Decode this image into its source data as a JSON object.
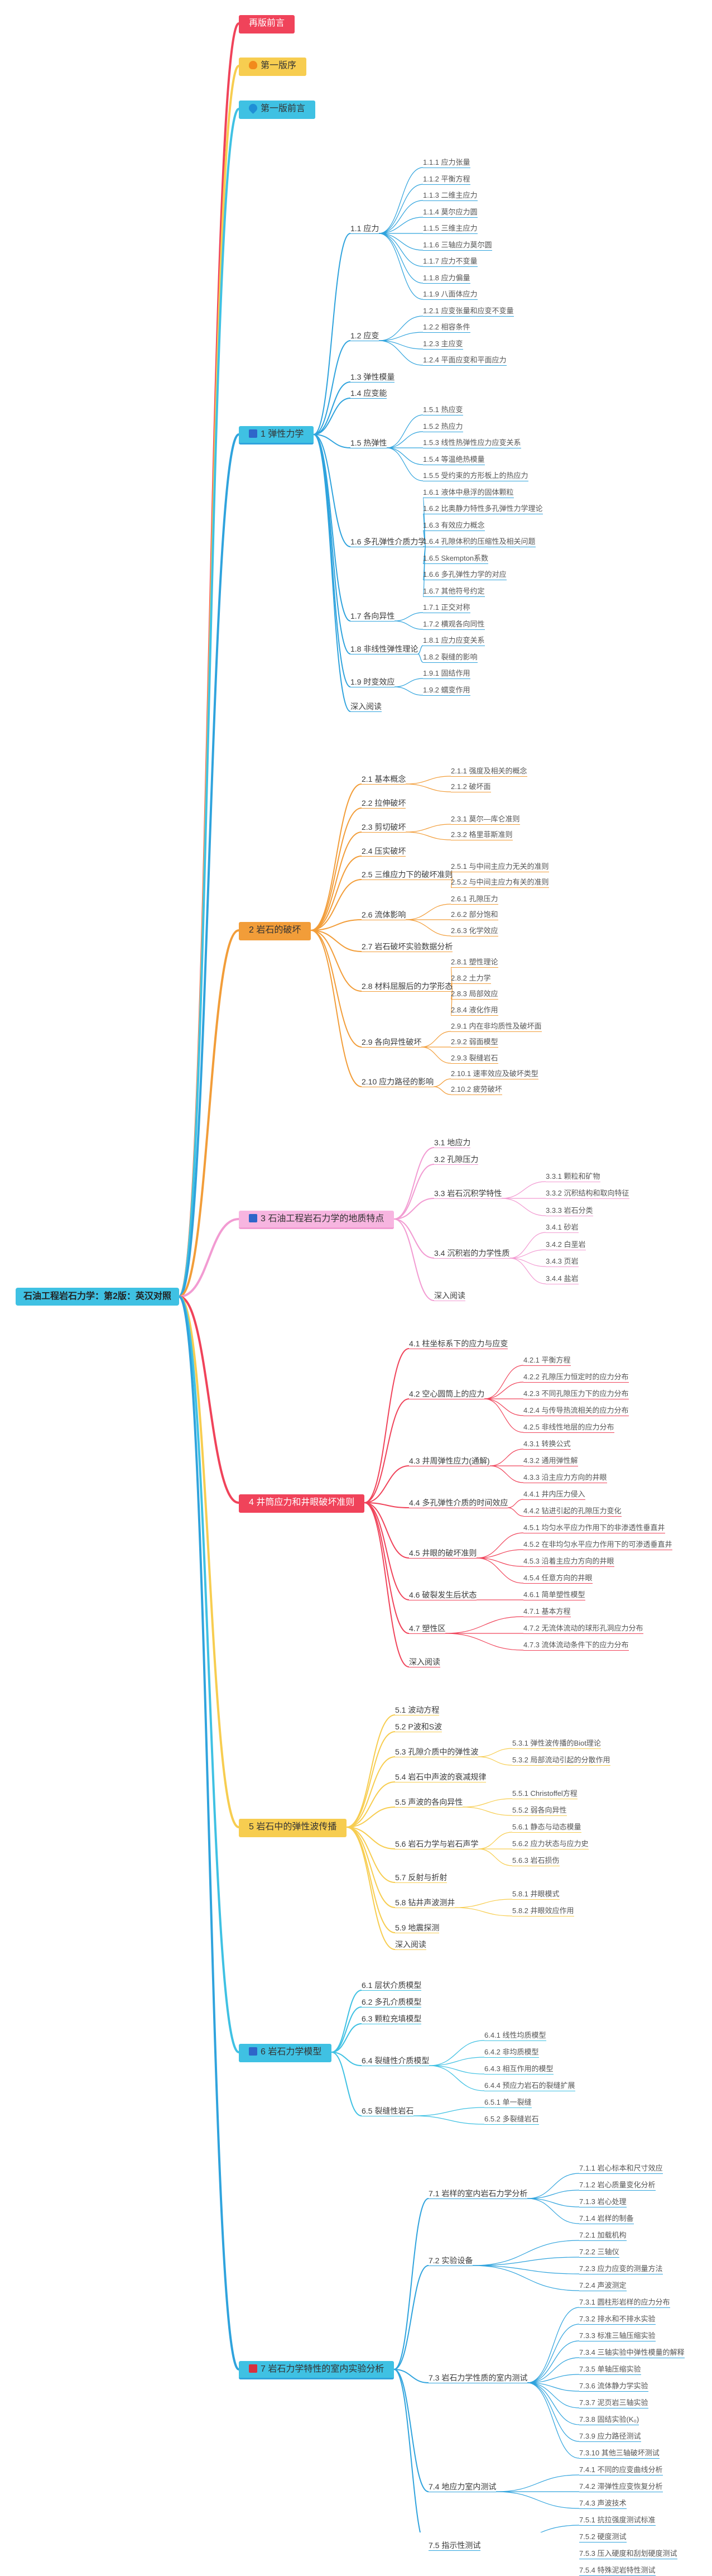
{
  "root": "石油工程岩石力学：第2版：英汉对照",
  "sections": [
    {
      "label": "再版前言",
      "color": "#f0435a",
      "icon": "none",
      "children": []
    },
    {
      "label": "第一版序",
      "color": "#f7cd50",
      "icon": "fire-icon",
      "children": []
    },
    {
      "label": "第一版前言",
      "color": "#3fc1e3",
      "icon": "drop-icon",
      "children": []
    },
    {
      "label": "1 弹性力学",
      "color": "#2fa3dd",
      "icon": "square-blue",
      "children": [
        {
          "label": "1.1 应力",
          "children": [
            {
              "label": "1.1.1 应力张量"
            },
            {
              "label": "1.1.2 平衡方程"
            },
            {
              "label": "1.1.3 二维主应力"
            },
            {
              "label": "1.1.4 莫尔应力圆"
            },
            {
              "label": "1.1.5 三维主应力"
            },
            {
              "label": "1.1.6 三轴应力莫尔圆"
            },
            {
              "label": "1.1.7 应力不变量"
            },
            {
              "label": "1.1.8 应力偏量"
            },
            {
              "label": "1.1.9 八面体应力"
            }
          ]
        },
        {
          "label": "1.2 应变",
          "children": [
            {
              "label": "1.2.1 应变张量和应变不变量"
            },
            {
              "label": "1.2.2 相容条件"
            },
            {
              "label": "1.2.3 主应变"
            },
            {
              "label": "1.2.4 平面应变和平面应力"
            }
          ]
        },
        {
          "label": "1.3 弹性模量",
          "children": []
        },
        {
          "label": "1.4 应变能",
          "children": []
        },
        {
          "label": "1.5 热弹性",
          "children": [
            {
              "label": "1.5.1 热应变"
            },
            {
              "label": "1.5.2 热应力"
            },
            {
              "label": "1.5.3 线性热弹性应力应变关系"
            },
            {
              "label": "1.5.4 等温绝热模量"
            },
            {
              "label": "1.5.5 受约束的方形板上的热应力"
            }
          ]
        },
        {
          "label": "1.6 多孔弹性介质力学",
          "children": [
            {
              "label": "1.6.1 液体中悬浮的固体颗粒"
            },
            {
              "label": "1.6.2 比奥静力特性多孔弹性力学理论"
            },
            {
              "label": "1.6.3 有效应力概念"
            },
            {
              "label": "1.6.4 孔隙体积的压缩性及相关问题"
            },
            {
              "label": "1.6.5 Skempton系数"
            },
            {
              "label": "1.6.6 多孔弹性力学的对应"
            },
            {
              "label": "1.6.7 其他符号约定"
            }
          ]
        },
        {
          "label": "1.7 各向异性",
          "children": [
            {
              "label": "1.7.1 正交对称"
            },
            {
              "label": "1.7.2 横观各向同性"
            }
          ]
        },
        {
          "label": "1.8 非线性弹性理论",
          "children": [
            {
              "label": "1.8.1 应力应变关系"
            },
            {
              "label": "1.8.2 裂缝的影响"
            }
          ]
        },
        {
          "label": "1.9 时变效应",
          "children": [
            {
              "label": "1.9.1 固结作用"
            },
            {
              "label": "1.9.2 蠕变作用"
            }
          ]
        },
        {
          "label": "深入阅读",
          "children": []
        }
      ]
    },
    {
      "label": "2 岩石的破坏",
      "color": "#f29d39",
      "icon": "none",
      "children": [
        {
          "label": "2.1 基本概念",
          "children": [
            {
              "label": "2.1.1 强度及相关的概念"
            },
            {
              "label": "2.1.2 破坏面"
            }
          ]
        },
        {
          "label": "2.2 拉伸破坏",
          "children": []
        },
        {
          "label": "2.3 剪切破坏",
          "children": [
            {
              "label": "2.3.1 莫尔—库仑准则"
            },
            {
              "label": "2.3.2 格里菲斯准则"
            }
          ]
        },
        {
          "label": "2.4 压实破坏",
          "children": []
        },
        {
          "label": "2.5 三维应力下的破坏准则",
          "children": [
            {
              "label": "2.5.1 与中间主应力无关的准则"
            },
            {
              "label": "2.5.2 与中间主应力有关的准则"
            }
          ]
        },
        {
          "label": "2.6 流体影响",
          "children": [
            {
              "label": "2.6.1 孔隙压力"
            },
            {
              "label": "2.6.2 部分饱和"
            },
            {
              "label": "2.6.3 化学效应"
            }
          ]
        },
        {
          "label": "2.7 岩石破坏实验数据分析",
          "children": []
        },
        {
          "label": "2.8 材料屈服后的力学形态",
          "children": [
            {
              "label": "2.8.1 塑性理论"
            },
            {
              "label": "2.8.2 土力学"
            },
            {
              "label": "2.8.3 局部效应"
            },
            {
              "label": "2.8.4 液化作用"
            }
          ]
        },
        {
          "label": "2.9 各向异性破坏",
          "children": [
            {
              "label": "2.9.1 内在非均质性及破坏面"
            },
            {
              "label": "2.9.2 弱面模型"
            },
            {
              "label": "2.9.3 裂缝岩石"
            }
          ]
        },
        {
          "label": "2.10 应力路径的影响",
          "children": [
            {
              "label": "2.10.1 速率效应及破坏类型"
            },
            {
              "label": "2.10.2 疲劳破坏"
            }
          ]
        }
      ]
    },
    {
      "label": "3 石油工程岩石力学的地质特点",
      "color": "#f29bd2",
      "icon": "square-blue",
      "children": [
        {
          "label": "3.1 地应力",
          "children": []
        },
        {
          "label": "3.2 孔隙压力",
          "children": []
        },
        {
          "label": "3.3 岩石沉积学特性",
          "children": [
            {
              "label": "3.3.1 颗粒和矿物"
            },
            {
              "label": "3.3.2 沉积结构和取向特征"
            },
            {
              "label": "3.3.3 岩石分类"
            }
          ]
        },
        {
          "label": "3.4 沉积岩的力学性质",
          "children": [
            {
              "label": "3.4.1 砂岩"
            },
            {
              "label": "3.4.2 白垩岩"
            },
            {
              "label": "3.4.3 页岩"
            },
            {
              "label": "3.4.4 盐岩"
            }
          ]
        },
        {
          "label": "深入阅读",
          "children": []
        }
      ]
    },
    {
      "label": "4 井筒应力和井眼破坏准则",
      "color": "#f0435a",
      "icon": "none",
      "children": [
        {
          "label": "4.1 柱坐标系下的应力与应变",
          "children": []
        },
        {
          "label": "4.2 空心圆筒上的应力",
          "children": [
            {
              "label": "4.2.1 平衡方程"
            },
            {
              "label": "4.2.2 孔隙压力恒定时的应力分布"
            },
            {
              "label": "4.2.3 不同孔隙压力下的应力分布"
            },
            {
              "label": "4.2.4 与传导热流相关的应力分布"
            },
            {
              "label": "4.2.5 非线性地层的应力分布"
            }
          ]
        },
        {
          "label": "4.3 井周弹性应力(通解)",
          "children": [
            {
              "label": "4.3.1 转换公式"
            },
            {
              "label": "4.3.2 通用弹性解"
            },
            {
              "label": "4.3.3 沿主应力方向的井眼"
            }
          ]
        },
        {
          "label": "4.4 多孔弹性介质的时间效应",
          "children": [
            {
              "label": "4.4.1 井内压力侵入"
            },
            {
              "label": "4.4.2 钻进引起的孔隙压力变化"
            }
          ]
        },
        {
          "label": "4.5 井眼的破坏准则",
          "children": [
            {
              "label": "4.5.1 均匀水平应力作用下的非渗透性垂直井"
            },
            {
              "label": "4.5.2 在非均匀水平应力作用下的可渗透垂直井"
            },
            {
              "label": "4.5.3 沿着主应力方向的井眼"
            },
            {
              "label": "4.5.4 任意方向的井眼"
            }
          ]
        },
        {
          "label": "4.6 破裂发生后状态",
          "children": [
            {
              "label": "4.6.1 简单塑性模型"
            }
          ]
        },
        {
          "label": "4.7 塑性区",
          "children": [
            {
              "label": "4.7.1 基本方程"
            },
            {
              "label": "4.7.2 无流体流动的球形孔洞应力分布"
            },
            {
              "label": "4.7.3 流体流动条件下的应力分布"
            }
          ]
        },
        {
          "label": "深入阅读",
          "children": []
        }
      ]
    },
    {
      "label": "5 岩石中的弹性波传播",
      "color": "#f7cd50",
      "icon": "none",
      "children": [
        {
          "label": "5.1 波动方程",
          "children": []
        },
        {
          "label": "5.2 P波和S波",
          "children": []
        },
        {
          "label": "5.3 孔隙介质中的弹性波",
          "children": [
            {
              "label": "5.3.1 弹性波传播的Biot理论"
            },
            {
              "label": "5.3.2 局部流动引起的分散作用"
            }
          ]
        },
        {
          "label": "5.4 岩石中声波的衰减规律",
          "children": []
        },
        {
          "label": "5.5 声波的各向异性",
          "children": [
            {
              "label": "5.5.1 Christoffel方程"
            },
            {
              "label": "5.5.2 弱各向异性"
            }
          ]
        },
        {
          "label": "5.6 岩石力学与岩石声学",
          "children": [
            {
              "label": "5.6.1 静态与动态模量"
            },
            {
              "label": "5.6.2 应力状态与应力史"
            },
            {
              "label": "5.6.3 岩石损伤"
            }
          ]
        },
        {
          "label": "5.7 反射与折射",
          "children": []
        },
        {
          "label": "5.8 钻井声波测井",
          "children": [
            {
              "label": "5.8.1 井眼模式"
            },
            {
              "label": "5.8.2 井眼效应作用"
            }
          ]
        },
        {
          "label": "5.9 地震探测",
          "children": []
        },
        {
          "label": "深入阅读",
          "children": []
        }
      ]
    },
    {
      "label": "6 岩石力学模型",
      "color": "#3fc1e3",
      "icon": "square-blue",
      "children": [
        {
          "label": "6.1 层状介质模型",
          "children": []
        },
        {
          "label": "6.2 多孔介质模型",
          "children": []
        },
        {
          "label": "6.3 颗粒充填模型",
          "children": []
        },
        {
          "label": "6.4 裂缝性介质模型",
          "children": [
            {
              "label": "6.4.1 线性均质模型"
            },
            {
              "label": "6.4.2 非均质模型"
            },
            {
              "label": "6.4.3 相互作用的模型"
            },
            {
              "label": "6.4.4 预应力岩石的裂缝扩展"
            }
          ]
        },
        {
          "label": "6.5 裂缝性岩石",
          "children": [
            {
              "label": "6.5.1 单一裂缝"
            },
            {
              "label": "6.5.2 多裂缝岩石"
            }
          ]
        }
      ]
    },
    {
      "label": "7 岩石力学特性的室内实验分析",
      "color": "#2fa3dd",
      "icon": "square-red",
      "children": [
        {
          "label": "7.1 岩样的室内岩石力学分析",
          "children": [
            {
              "label": "7.1.1 岩心标本和尺寸效应"
            },
            {
              "label": "7.1.2 岩心质量变化分析"
            },
            {
              "label": "7.1.3 岩心处理"
            },
            {
              "label": "7.1.4 岩样的制备"
            }
          ]
        },
        {
          "label": "7.2 实验设备",
          "children": [
            {
              "label": "7.2.1 加载机构"
            },
            {
              "label": "7.2.2 三轴仪"
            },
            {
              "label": "7.2.3 应力应变的测量方法"
            },
            {
              "label": "7.2.4 声波测定"
            }
          ]
        },
        {
          "label": "7.3 岩石力学性质的室内测试",
          "children": [
            {
              "label": "7.3.1 圆柱形岩样的应力分布"
            },
            {
              "label": "7.3.2 排水和不排水实验"
            },
            {
              "label": "7.3.3 标准三轴压缩实验"
            },
            {
              "label": "7.3.4 三轴实验中弹性模量的解释"
            },
            {
              "label": "7.3.5 单轴压缩实验"
            },
            {
              "label": "7.3.6 流体静力学实验"
            },
            {
              "label": "7.3.7 泥页岩三轴实验"
            },
            {
              "label": "7.3.8 固结实验(K₀)"
            },
            {
              "label": "7.3.9 应力路径测试"
            },
            {
              "label": "7.3.10 其他三轴破坏测试"
            }
          ]
        },
        {
          "label": "7.4 地应力室内测试",
          "children": [
            {
              "label": "7.4.1 不同的应变曲线分析"
            },
            {
              "label": "7.4.2 滞弹性应变恢复分析"
            },
            {
              "label": "7.4.3 声波技术"
            }
          ]
        },
        {
          "label": "7.5 指示性测试",
          "children": [
            {
              "label": "7.5.1 抗拉强度测试标准"
            },
            {
              "label": "7.5.2 硬度测试"
            },
            {
              "label": "7.5.3 压入硬度和刮划硬度测试"
            },
            {
              "label": "7.5.4 特殊泥岩特性测试"
            }
          ]
        }
      ]
    }
  ]
}
